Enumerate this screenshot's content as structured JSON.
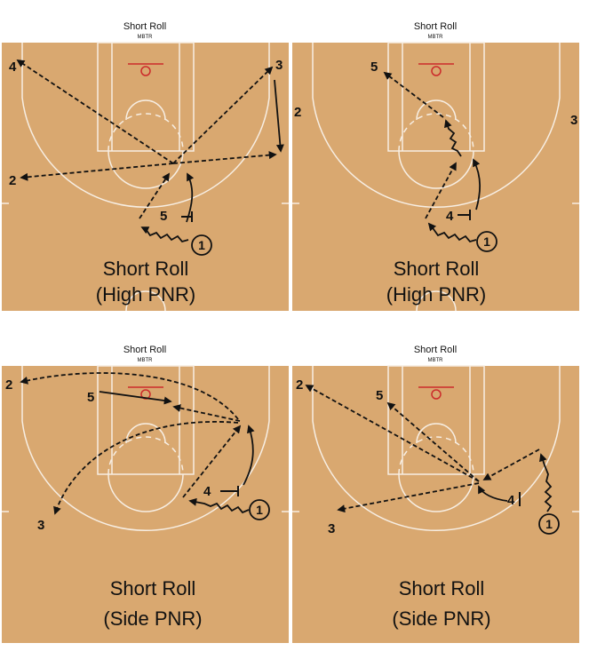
{
  "colors": {
    "court": "#d9a870",
    "court_line": "#f7eee3",
    "rim": "#cc2b2b",
    "ink": "#111111"
  },
  "panels": [
    {
      "header_title": "Short Roll",
      "header_sub": "MBTR",
      "caption_line1": "Short Roll",
      "caption_line2": "(High PNR)",
      "players": [
        "4",
        "3",
        "2",
        "5",
        "1"
      ]
    },
    {
      "header_title": "Short Roll",
      "header_sub": "MBTR",
      "caption_line1": "Short Roll",
      "caption_line2": "(High PNR)",
      "players": [
        "5",
        "2",
        "3",
        "4",
        "1"
      ]
    },
    {
      "header_title": "Short Roll",
      "header_sub": "MBTR",
      "caption_line1": "Short Roll",
      "caption_line2": "(Side PNR)",
      "players": [
        "2",
        "5",
        "3",
        "4",
        "1"
      ]
    },
    {
      "header_title": "Short Roll",
      "header_sub": "MBTR",
      "caption_line1": "Short Roll",
      "caption_line2": "(Side PNR)",
      "players": [
        "2",
        "5",
        "4",
        "3",
        "1"
      ]
    }
  ]
}
